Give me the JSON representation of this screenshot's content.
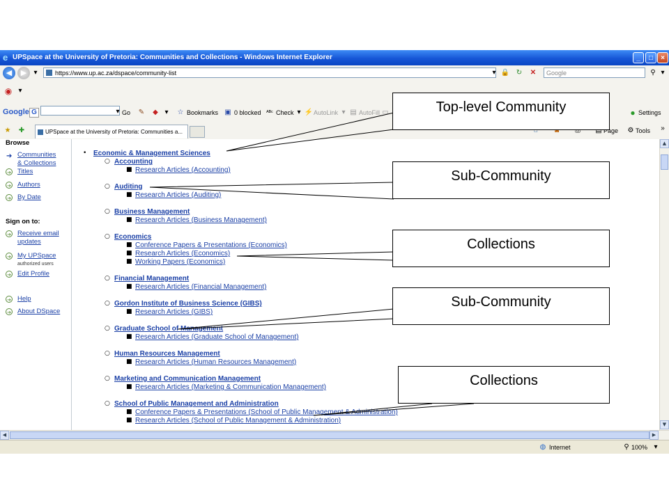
{
  "window": {
    "title": "UPSpace at the University of Pretoria: Communities and Collections - Windows Internet Explorer",
    "address": "https://www.up.ac.za/dspace/community-list",
    "search_placeholder": "Google"
  },
  "google_toolbar": {
    "logo": "Google",
    "go": "Go",
    "bookmarks": "Bookmarks",
    "blocked": "0 blocked",
    "check": "Check",
    "autolink": "AutoLink",
    "autofill": "AutoFill",
    "settings": "Settings"
  },
  "tabs": {
    "active_tab": "UPSpace at the University of Pretoria: Communities a...",
    "page_label": "Page",
    "tools_label": "Tools"
  },
  "sidebar": {
    "browse_heading": "Browse",
    "browse_items": [
      {
        "line1": "Communities",
        "line2": "& Collections"
      },
      {
        "line1": "Titles"
      },
      {
        "line1": "Authors"
      },
      {
        "line1": "By Date"
      }
    ],
    "signon_heading": "Sign on to:",
    "signon_items": [
      {
        "line1": "Receive email",
        "line2": "updates"
      },
      {
        "line1": "My UPSpace",
        "sub": "authorized users"
      },
      {
        "line1": "Edit Profile"
      }
    ],
    "help": "Help",
    "about": "About DSpace"
  },
  "tree": {
    "top_community": "Economic & Management Sciences",
    "subs": [
      {
        "name": "Accounting",
        "collections": [
          "Research Articles (Accounting)"
        ]
      },
      {
        "name": "Auditing",
        "collections": [
          "Research Articles (Auditing)"
        ]
      },
      {
        "name": "Business Management",
        "collections": [
          "Research Articles (Business Management)"
        ]
      },
      {
        "name": "Economics",
        "collections": [
          "Conference Papers & Presentations (Economics)",
          "Research Articles (Economics)",
          "Working Papers (Economics)"
        ]
      },
      {
        "name": "Financial Management",
        "collections": [
          "Research Articles (Financial Management)"
        ]
      },
      {
        "name": "Gordon Institute of Business Science (GIBS)",
        "collections": [
          "Research Articles (GIBS)"
        ]
      },
      {
        "name": "Graduate School of Management",
        "collections": [
          "Research Articles (Graduate School of Management)"
        ]
      },
      {
        "name": "Human Resources Management",
        "collections": [
          "Research Articles (Human Resources Management)"
        ]
      },
      {
        "name": "Marketing and Communication Management",
        "collections": [
          "Research Articles (Marketing & Communication Management)"
        ]
      },
      {
        "name": "School of Public Management and Administration",
        "collections": [
          "Conference Papers & Presentations (School of Public Management & Administration)",
          "Research Articles (School of Public Management & Administration)"
        ]
      }
    ]
  },
  "status": {
    "zone": "Internet",
    "zoom": "100%"
  },
  "callouts": [
    {
      "label": "Top-level Community"
    },
    {
      "label": "Sub-Community"
    },
    {
      "label": "Collections"
    },
    {
      "label": "Sub-Community"
    },
    {
      "label": "Collections"
    }
  ]
}
